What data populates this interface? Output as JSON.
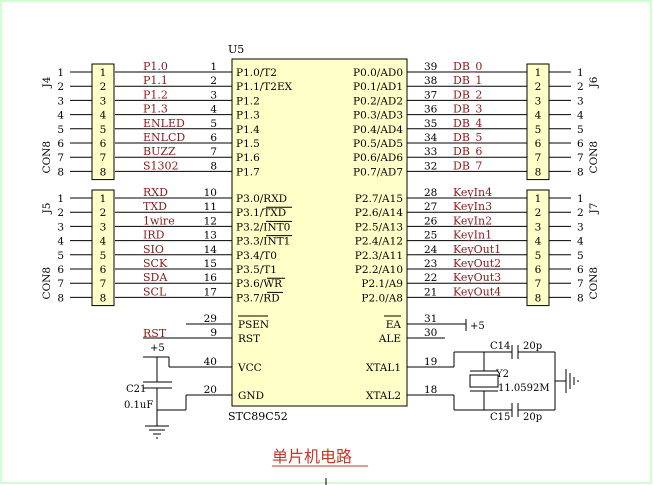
{
  "title": "单片机电路",
  "colors": {
    "wire": "#000000",
    "net_label": "#8b1a1a",
    "title": "#c0392b",
    "chip_fill": "#ffffc8",
    "frame": "#a0ffa0"
  },
  "chip": {
    "ref": "U5",
    "part": "STC89C52",
    "left_pins": [
      {
        "num": "1",
        "name": "P1.0/T2",
        "net": "P1.0"
      },
      {
        "num": "2",
        "name": "P1.1/T2EX",
        "net": "P1.1"
      },
      {
        "num": "3",
        "name": "P1.2",
        "net": "P1.2"
      },
      {
        "num": "4",
        "name": "P1.3",
        "net": "P1.3"
      },
      {
        "num": "5",
        "name": "P1.4",
        "net": "ENLED"
      },
      {
        "num": "6",
        "name": "P1.5",
        "net": "ENLCD"
      },
      {
        "num": "7",
        "name": "P1.6",
        "net": "BUZZ"
      },
      {
        "num": "8",
        "name": "P1.7",
        "net": "S1302"
      },
      {
        "num": "10",
        "name": "P3.0/RXD",
        "net": "RXD"
      },
      {
        "num": "11",
        "name": "P3.1/TXD",
        "net": "TXD"
      },
      {
        "num": "12",
        "name": "P3.2/INT0",
        "net": "1wire"
      },
      {
        "num": "13",
        "name": "P3.3/INT1",
        "net": "IRD"
      },
      {
        "num": "14",
        "name": "P3.4/T0",
        "net": "SIO"
      },
      {
        "num": "15",
        "name": "P3.5/T1",
        "net": "SCK"
      },
      {
        "num": "16",
        "name": "P3.6/WR",
        "net": "SDA"
      },
      {
        "num": "17",
        "name": "P3.7/RD",
        "net": "SCL"
      }
    ],
    "right_pins": [
      {
        "num": "39",
        "name": "P0.0/AD0",
        "net": "DB_0"
      },
      {
        "num": "38",
        "name": "P0.1/AD1",
        "net": "DB_1"
      },
      {
        "num": "37",
        "name": "P0.2/AD2",
        "net": "DB_2"
      },
      {
        "num": "36",
        "name": "P0.3/AD3",
        "net": "DB_3"
      },
      {
        "num": "35",
        "name": "P0.4/AD4",
        "net": "DB_4"
      },
      {
        "num": "34",
        "name": "P0.5/AD5",
        "net": "DB_5"
      },
      {
        "num": "33",
        "name": "P0.6/AD6",
        "net": "DB_6"
      },
      {
        "num": "32",
        "name": "P0.7/AD7",
        "net": "DB_7"
      },
      {
        "num": "28",
        "name": "P2.7/A15",
        "net": "KeyIn4"
      },
      {
        "num": "27",
        "name": "P2.6/A14",
        "net": "KeyIn3"
      },
      {
        "num": "26",
        "name": "P2.5/A13",
        "net": "KeyIn2"
      },
      {
        "num": "25",
        "name": "P2.4/A12",
        "net": "KeyIn1"
      },
      {
        "num": "24",
        "name": "P2.3/A11",
        "net": "KeyOut1"
      },
      {
        "num": "23",
        "name": "P2.2/A10",
        "net": "KeyOut2"
      },
      {
        "num": "22",
        "name": "P2.1/A9",
        "net": "KeyOut3"
      },
      {
        "num": "21",
        "name": "P2.0/A8",
        "net": "KeyOut4"
      }
    ],
    "misc_left": [
      {
        "num": "29",
        "name": "PSEN"
      },
      {
        "num": "9",
        "name": "RST",
        "net": "RST"
      },
      {
        "num": "40",
        "name": "VCC"
      },
      {
        "num": "20",
        "name": "GND"
      }
    ],
    "misc_right": [
      {
        "num": "31",
        "name": "EA",
        "net": "+5"
      },
      {
        "num": "30",
        "name": "ALE"
      },
      {
        "num": "19",
        "name": "XTAL1"
      },
      {
        "num": "18",
        "name": "XTAL2"
      }
    ]
  },
  "connectors": {
    "J4": {
      "ref": "J4",
      "type": "CON8",
      "pins": [
        "1",
        "2",
        "3",
        "4",
        "5",
        "6",
        "7",
        "8"
      ]
    },
    "J5": {
      "ref": "J5",
      "type": "CON8",
      "pins": [
        "1",
        "2",
        "3",
        "4",
        "5",
        "6",
        "7",
        "8"
      ]
    },
    "J6": {
      "ref": "J6",
      "type": "CON8",
      "pins": [
        "1",
        "2",
        "3",
        "4",
        "5",
        "6",
        "7",
        "8"
      ]
    },
    "J7": {
      "ref": "J7",
      "type": "CON8",
      "pins": [
        "1",
        "2",
        "3",
        "4",
        "5",
        "6",
        "7",
        "8"
      ]
    }
  },
  "components": {
    "c21_ref": "C21",
    "c21_value": "0.1uF",
    "vcc_label": "+5",
    "c14_ref": "C14",
    "c14_value": "20p",
    "c15_ref": "C15",
    "c15_value": "20p",
    "y2_ref": "Y2",
    "y2_value": "11.0592M"
  }
}
